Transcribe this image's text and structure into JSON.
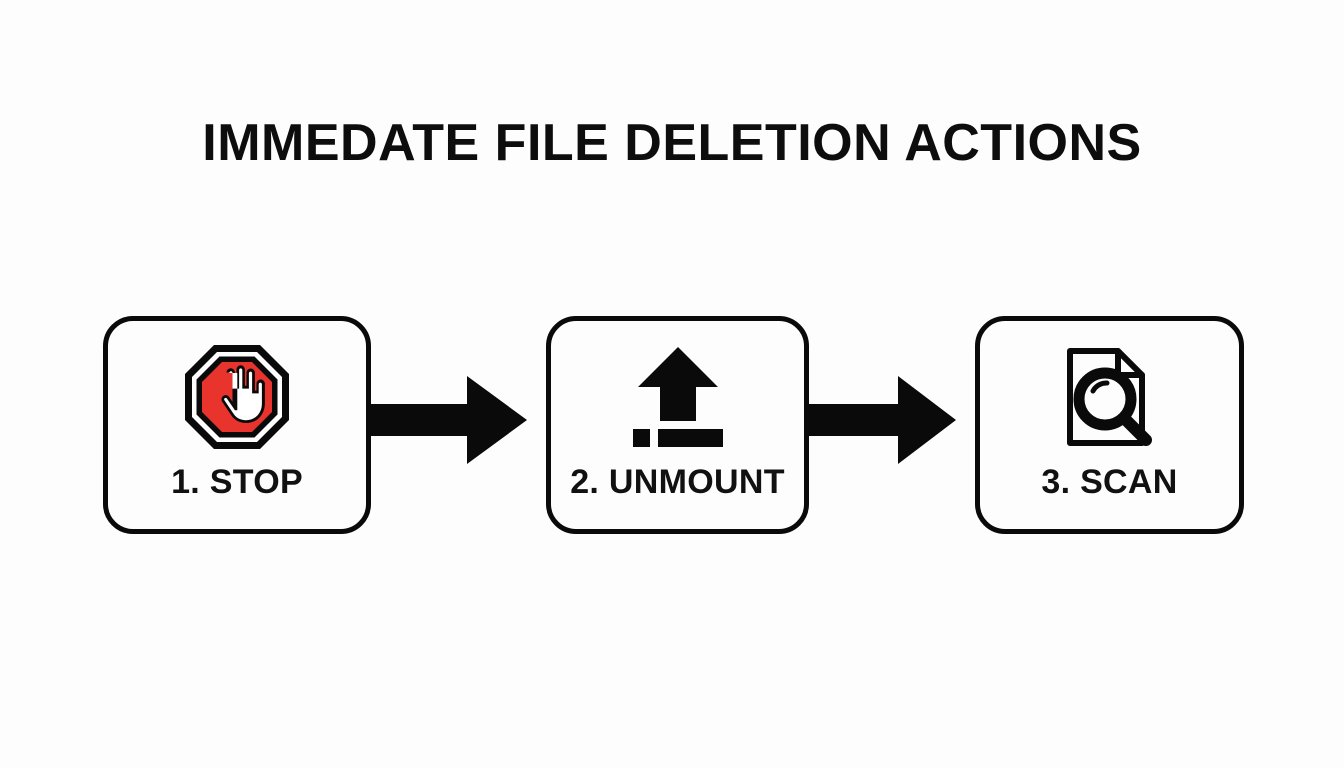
{
  "page": {
    "title": "IMMEDATE FILE DELETION ACTIONS",
    "background_color": "#fdfdfd",
    "text_color": "#111111"
  },
  "colors": {
    "stroke": "#0a0a0a",
    "stop_red": "#e8342c",
    "white": "#ffffff"
  },
  "flow": {
    "steps": [
      {
        "label": "1. STOP",
        "icon": "stop-sign-hand-icon",
        "icon_colors": {
          "fill": "#e8342c",
          "outline": "#0a0a0a",
          "hand": "#ffffff"
        }
      },
      {
        "label": "2. UNMOUNT",
        "icon": "eject-icon",
        "icon_colors": {
          "fill": "#0a0a0a"
        }
      },
      {
        "label": "3. SCAN",
        "icon": "document-magnifier-icon",
        "icon_colors": {
          "fill": "#0a0a0a"
        }
      }
    ],
    "connectors": [
      {
        "icon": "arrow-right-icon",
        "from": "1. STOP",
        "to": "2. UNMOUNT"
      },
      {
        "icon": "arrow-right-icon",
        "from": "2. UNMOUNT",
        "to": "3. SCAN"
      }
    ]
  }
}
